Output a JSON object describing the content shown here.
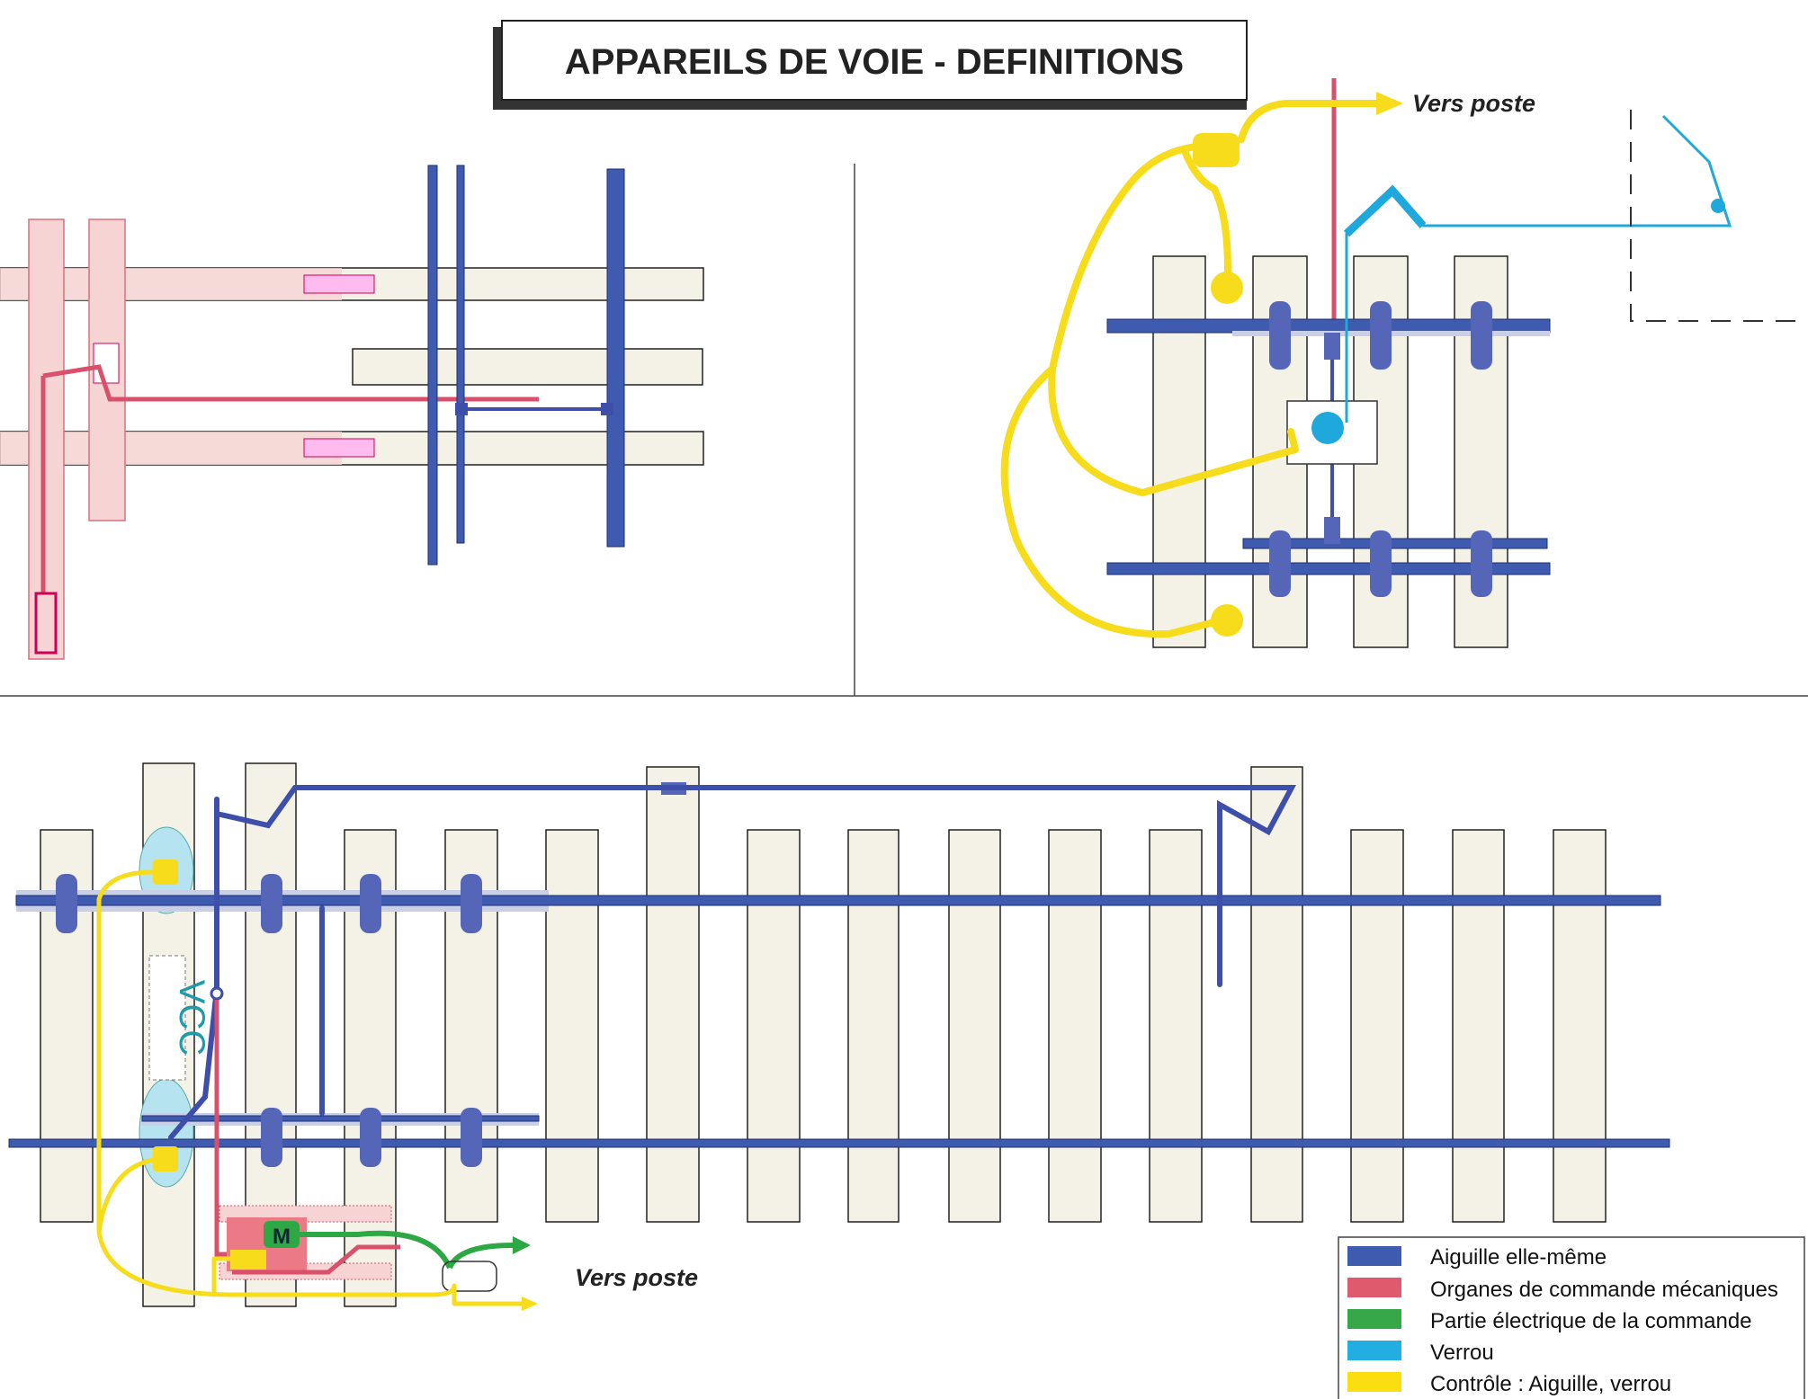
{
  "title": "APPAREILS DE VOIE - DEFINITIONS",
  "labels": {
    "vers_poste_top": "Vers poste",
    "vers_poste_bottom": "Vers poste",
    "motor": "M",
    "vcc": "VCC"
  },
  "legend": {
    "items": [
      {
        "label": "Aiguille elle-même",
        "color": "#3f5bb0"
      },
      {
        "label": "Organes de commande mécaniques",
        "color": "#e05a6e"
      },
      {
        "label": "Partie électrique de la commande",
        "color": "#36a84a"
      },
      {
        "label": "Verrou",
        "color": "#22aee0"
      },
      {
        "label": "Contrôle : Aiguille, verrou",
        "color": "#fbde10"
      }
    ]
  }
}
